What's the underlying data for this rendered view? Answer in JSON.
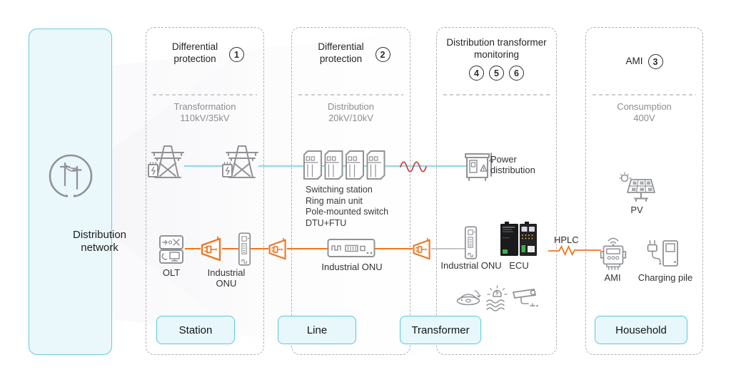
{
  "left_panel": {
    "label": "Distribution network"
  },
  "columns": [
    {
      "title": "Differential protection",
      "badges": [
        "1"
      ],
      "tier": "Transformation",
      "voltage": "110kV/35kV",
      "button": "Station",
      "labels": {
        "olt": "OLT",
        "onu": "Industrial ONU"
      }
    },
    {
      "title": "Differential protection",
      "badges": [
        "2"
      ],
      "tier": "Distribution",
      "voltage": "20kV/10kV",
      "button": "Line",
      "caption": [
        "Switching station",
        "Ring main unit",
        "Pole-mounted switch",
        "DTU+FTU"
      ],
      "labels": {
        "onu": "Industrial ONU"
      }
    },
    {
      "title": "Distribution transformer monitoring",
      "badges": [
        "4",
        "5",
        "6"
      ],
      "button": "Transformer",
      "labels": {
        "power": "Power distribution",
        "onu": "Industrial ONU",
        "ecu": "ECU",
        "hplc": "HPLC"
      }
    },
    {
      "title": "AMI",
      "badges": [
        "3"
      ],
      "tier": "Consumption",
      "voltage": "400V",
      "button": "Household",
      "labels": {
        "pv": "PV",
        "ami": "AMI",
        "charging": "Charging pile"
      }
    }
  ],
  "colors": {
    "accent_cyan": "#5bc9d8",
    "panel_fill": "#eaf7fb",
    "line_cyan": "#8edce6",
    "line_orange": "#ee7623",
    "line_gray": "#bdbdbd",
    "alert_red": "#cf3e3e",
    "icon_gray": "#909296",
    "text_dark": "#262626",
    "text_gray": "#8e8e8e"
  }
}
